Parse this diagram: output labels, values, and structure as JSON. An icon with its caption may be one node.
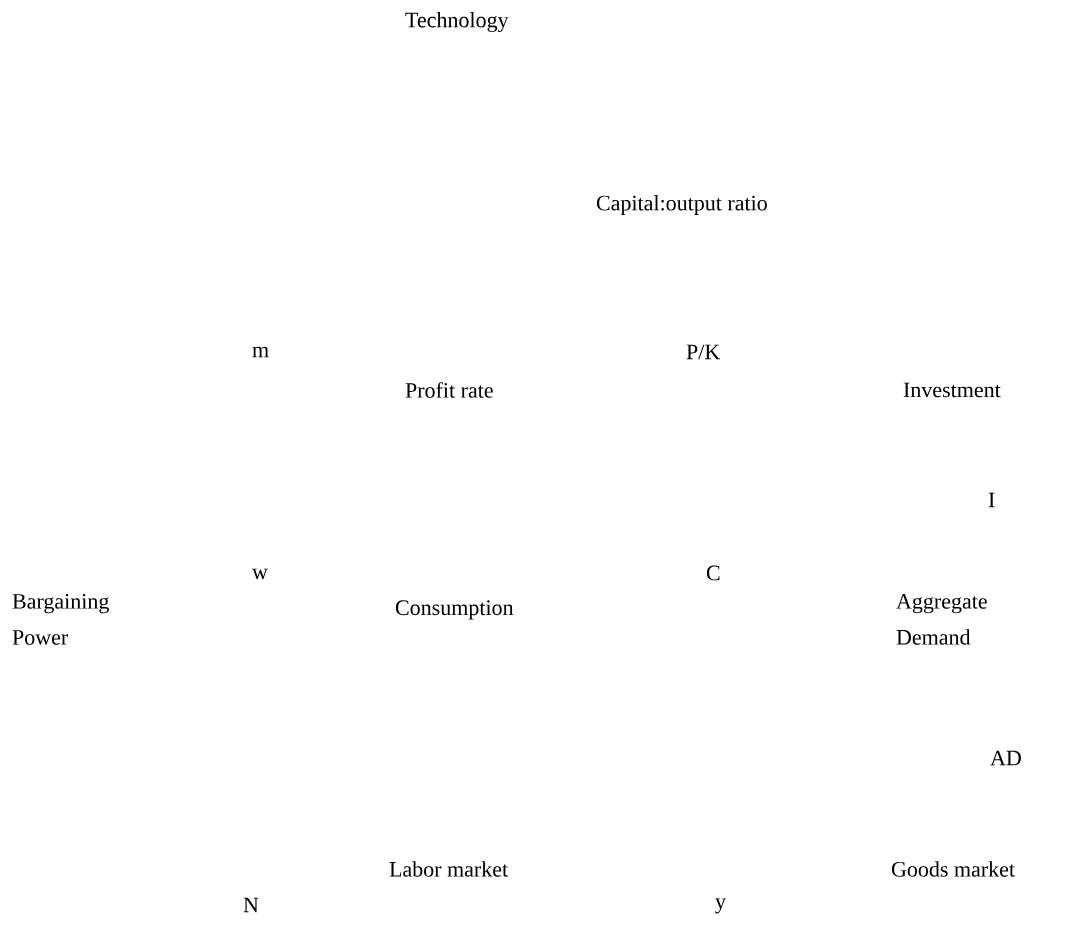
{
  "diagram": {
    "labels": [
      "Technology",
      "Capital:output ratio",
      "m",
      "P/K",
      "Profit rate",
      "Investment",
      "I",
      "w",
      "C",
      "Bargaining Power",
      "Consumption",
      "Aggregate Demand",
      "AD",
      "Labor market",
      "Goods market",
      "N",
      "y"
    ]
  }
}
